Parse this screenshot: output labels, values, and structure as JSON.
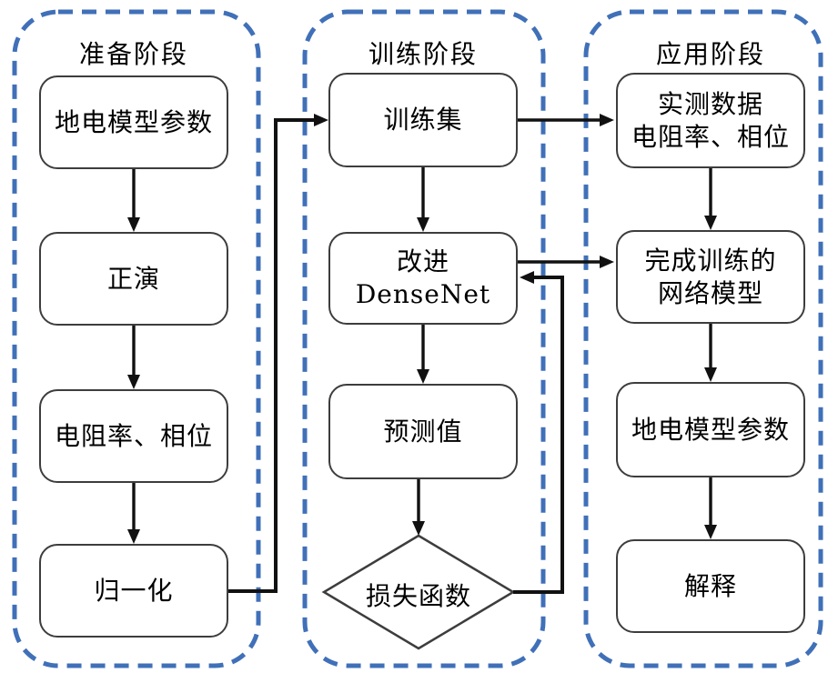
{
  "figure": {
    "type": "flowchart",
    "stages": {
      "prep": {
        "title": "准备阶段",
        "boxes": {
          "geo_params": "地电模型参数",
          "forward": "正演",
          "res_phase": "电阻率、相位",
          "normalize": "归一化"
        }
      },
      "train": {
        "title": "训练阶段",
        "boxes": {
          "train_set": "训练集",
          "densenet_l1": "改进",
          "densenet_l2": "DenseNet",
          "predicted": "预测值",
          "loss": "损失函数"
        }
      },
      "apply": {
        "title": "应用阶段",
        "boxes": {
          "measured_l1": "实测数据",
          "measured_l2": "电阻率、相位",
          "trained_l1": "完成训练的",
          "trained_l2": "网络模型",
          "geo_params": "地电模型参数",
          "interpret": "解释"
        }
      }
    },
    "colors": {
      "frame_blue": "#4070b8",
      "box_border": "#3d3d3d",
      "arrow_black": "#111111",
      "box_fill": "#ffffff",
      "text": "#000000"
    }
  }
}
